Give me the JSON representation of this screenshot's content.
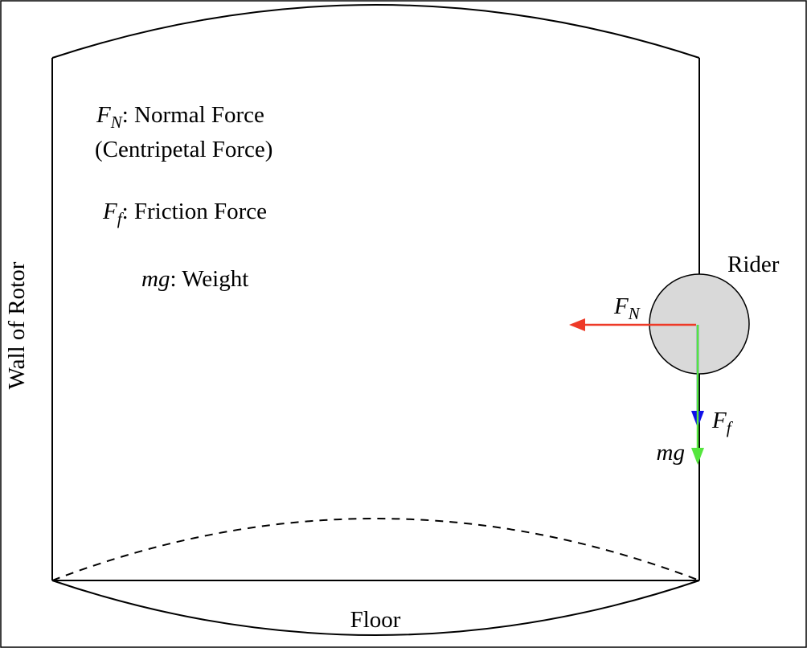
{
  "figure": {
    "description": "Free-body diagram of a rider pressed against the wall of a rotating rotor ride"
  },
  "colors": {
    "red": "#ee3a28",
    "blue": "#1010e8",
    "green": "#55e63e",
    "black": "#000000",
    "rider_fill": "#d9d9d9",
    "background": "#ffffff"
  },
  "legend": {
    "normal_symbol": "F",
    "normal_sub": "N",
    "normal_text": ": Normal Force",
    "normal_text2": "(Centripetal Force)",
    "friction_symbol": "F",
    "friction_sub": "f",
    "friction_text": ": Friction Force",
    "weight_symbol": "mg",
    "weight_text": ": Weight"
  },
  "labels": {
    "wall": "Wall of Rotor",
    "floor": "Floor",
    "rider": "Rider",
    "force_normal_symbol": "F",
    "force_normal_sub": "N",
    "force_friction_symbol": "F",
    "force_friction_sub": "f",
    "force_weight": "mg"
  }
}
